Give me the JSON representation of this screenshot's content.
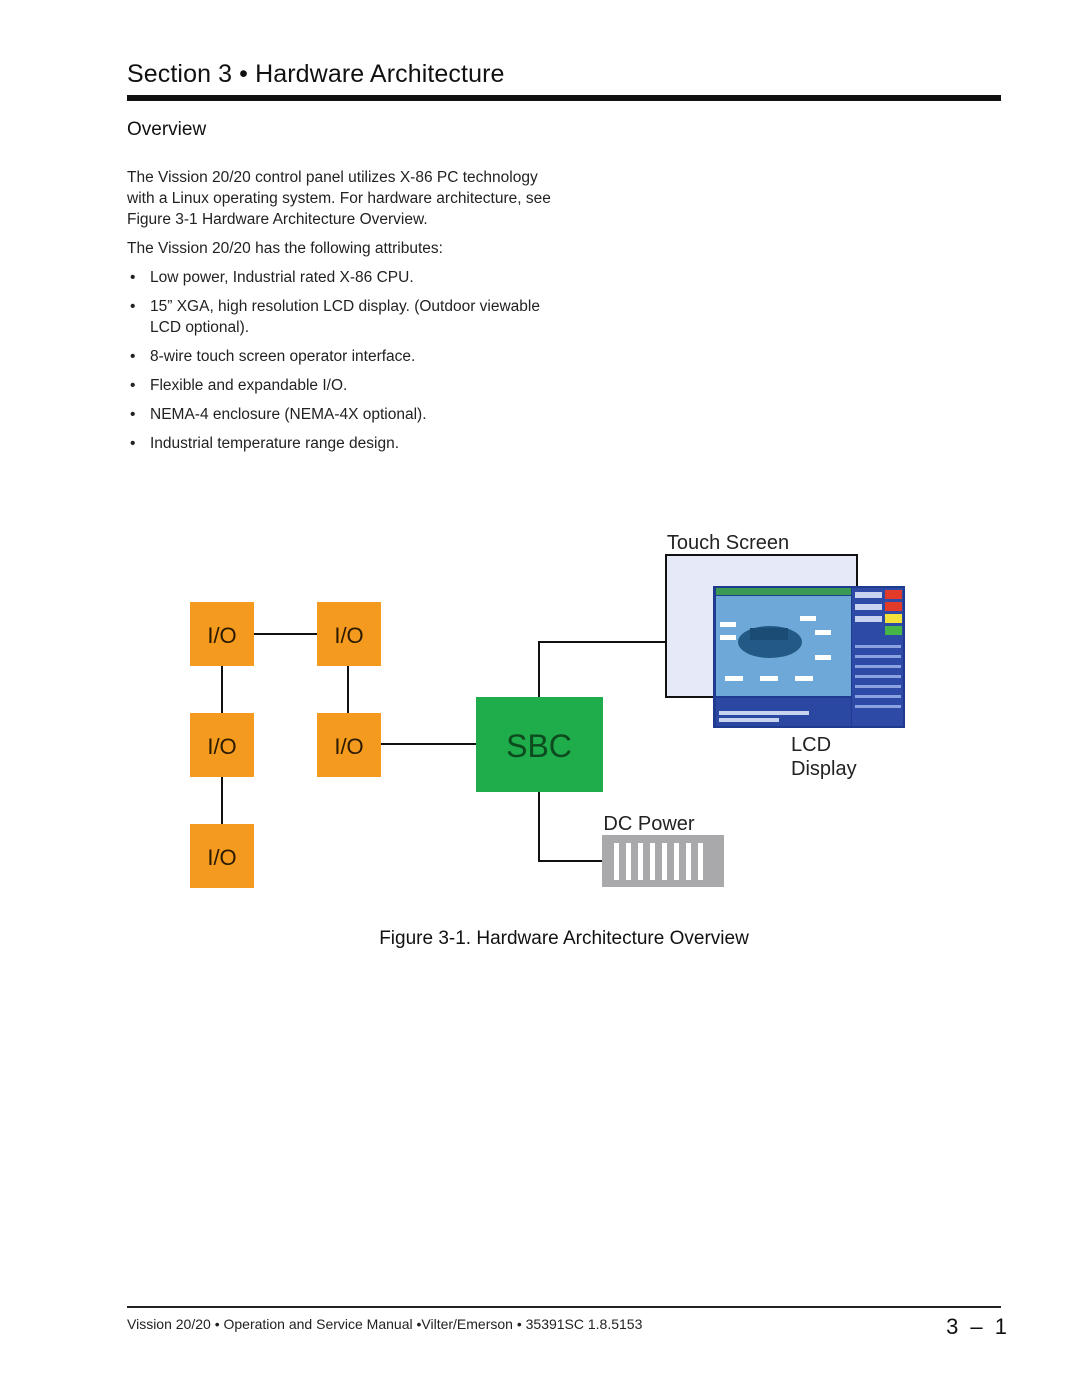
{
  "header": {
    "section_title": "Section 3 • Hardware Architecture"
  },
  "overview": {
    "heading": "Overview",
    "paragraph1": "The Vission 20/20 control panel utilizes X-86 PC technology with a Linux operating system. For hardware architecture, see Figure 3-1 Hardware Architecture Overview.",
    "paragraph2": "The Vission 20/20 has the following attributes:",
    "bullet_glyph": "•",
    "bullets": [
      "Low power, Industrial rated X-86 CPU.",
      "15” XGA, high resolution LCD display. (Outdoor viewable LCD optional).",
      "8-wire touch screen operator interface.",
      "Flexible and expandable I/O.",
      "NEMA-4 enclosure (NEMA-4X optional).",
      "Industrial temperature range design."
    ]
  },
  "diagram": {
    "io_label": "I/O",
    "sbc_label": "SBC",
    "touch_screen_label": "Touch Screen",
    "lcd_label_line1": "LCD",
    "lcd_label_line2": "Display",
    "dc_power_label": "DC Power",
    "colors": {
      "io_fill": "#f39a1f",
      "sbc_fill": "#1fac4b",
      "touch_screen_fill": "#e6e9f7",
      "lcd_fill": "#6ea8d8",
      "lcd_panel": "#1e3b8f",
      "power_fill": "#a9a9ab"
    }
  },
  "figure_caption": "Figure 3-1. Hardware Architecture Overview",
  "footer": {
    "text": "Vission 20/20 • Operation and Service Manual •Vilter/Emerson • 35391SC 1.8.5153",
    "page_number": "3 – 1"
  }
}
